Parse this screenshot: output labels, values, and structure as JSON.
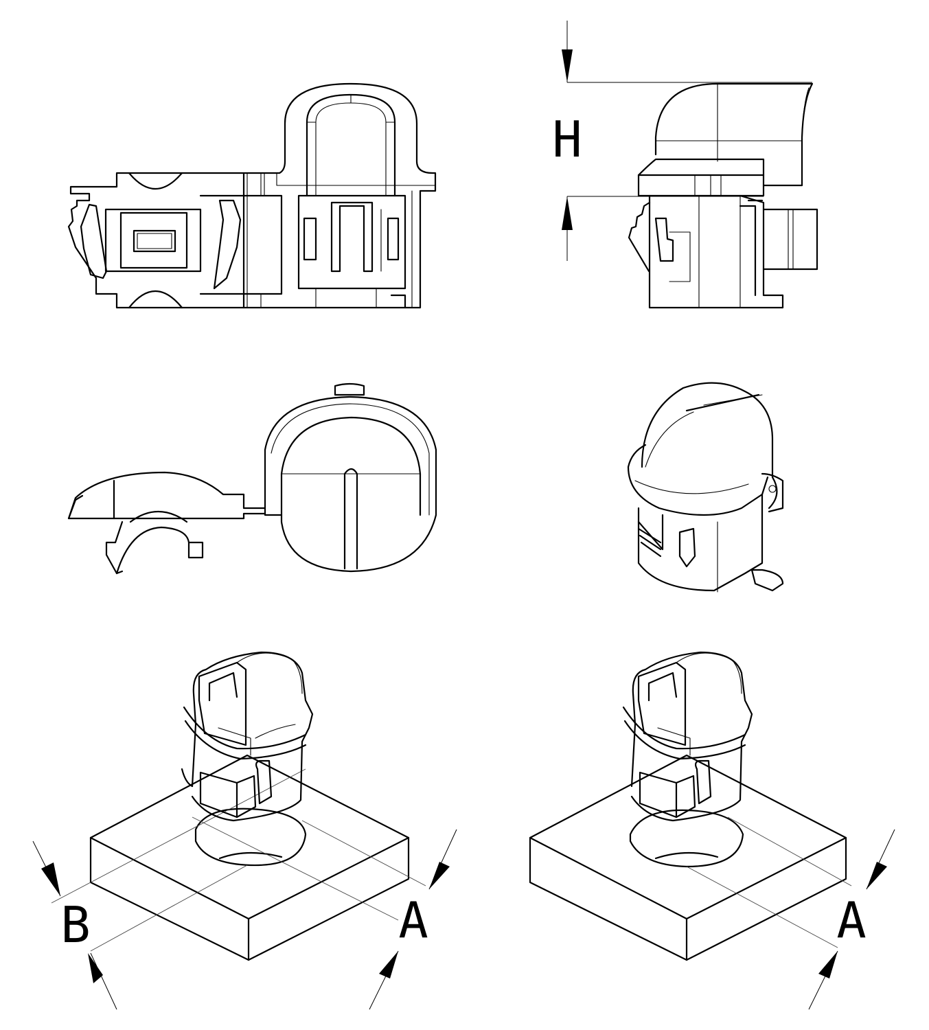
{
  "labels": {
    "height": "H",
    "dim_b": "B",
    "dim_a_left": "A",
    "dim_a_right": "A"
  },
  "colors": {
    "line": "#000000",
    "background": "#ffffff"
  }
}
